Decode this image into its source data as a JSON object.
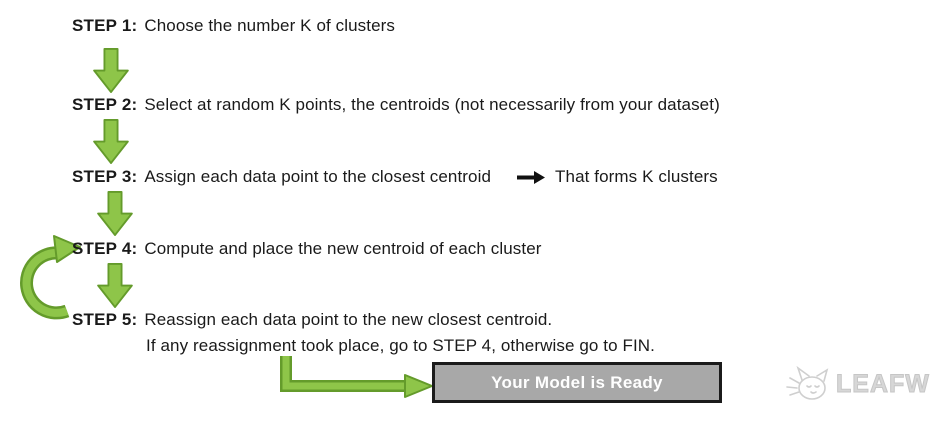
{
  "diagram": {
    "name": "K-Means clustering algorithm steps flowchart"
  },
  "steps": [
    {
      "label": "STEP 1:",
      "text": "Choose the number K of clusters"
    },
    {
      "label": "STEP 2:",
      "text": "Select at random K points, the centroids (not necessarily from your dataset)"
    },
    {
      "label": "STEP 3:",
      "text": "Assign each data point to the closest centroid",
      "note": "That forms K clusters"
    },
    {
      "label": "STEP 4:",
      "text": "Compute and place the new centroid of each cluster"
    },
    {
      "label": "STEP 5:",
      "text": "Reassign each data point to the new closest centroid.",
      "line2": "If any reassignment took place, go to STEP 4, otherwise go to FIN."
    }
  ],
  "result_box": {
    "label": "Your Model is Ready",
    "bg": "#a8a8a8",
    "border": "#1b1b1b",
    "text_color": "#ffffff"
  },
  "watermark": {
    "text": "LEAFW",
    "color": "#d7d7d7"
  },
  "icons": {
    "down_arrow": "green block down arrow",
    "loop_arrow": "green curved loop arrow from STEP 5 back to STEP 4",
    "elbow_arrow": "green elbow arrow to result box",
    "right_arrow": "black rightwards arrow",
    "logo": "sketched cat doodle"
  },
  "colors": {
    "arrow_fill": "#8ec549",
    "arrow_stroke": "#649b2b",
    "black_arrow": "#111111",
    "text": "#1a1a1a"
  }
}
